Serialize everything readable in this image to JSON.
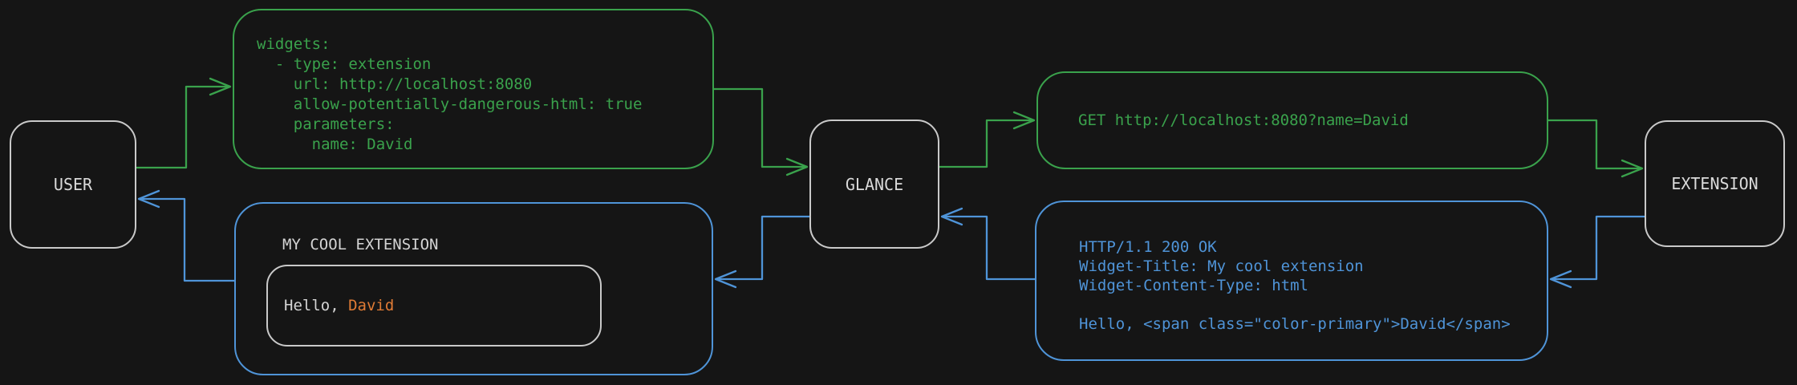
{
  "colors": {
    "bg": "#151515",
    "fg": "#d6d6d6",
    "border": "#c9c9c9",
    "green": "#3aa24c",
    "blue": "#4f94d8",
    "orange": "#e07b35"
  },
  "nodes": {
    "user": {
      "label": "USER"
    },
    "glance": {
      "label": "GLANCE"
    },
    "extension": {
      "label": "EXTENSION"
    }
  },
  "boxes": {
    "config": {
      "lines": [
        "widgets:",
        "  - type: extension",
        "    url: http://localhost:8080",
        "    allow-potentially-dangerous-html: true",
        "    parameters:",
        "      name: David"
      ]
    },
    "request": {
      "text": "GET http://localhost:8080?name=David"
    },
    "response": {
      "lines": [
        "HTTP/1.1 200 OK",
        "Widget-Title: My cool extension",
        "Widget-Content-Type: html",
        "",
        "Hello, <span class=\"color-primary\">David</span>"
      ]
    },
    "widget": {
      "title": "MY COOL EXTENSION",
      "greeting_prefix": "Hello, ",
      "greeting_name": "David"
    }
  }
}
